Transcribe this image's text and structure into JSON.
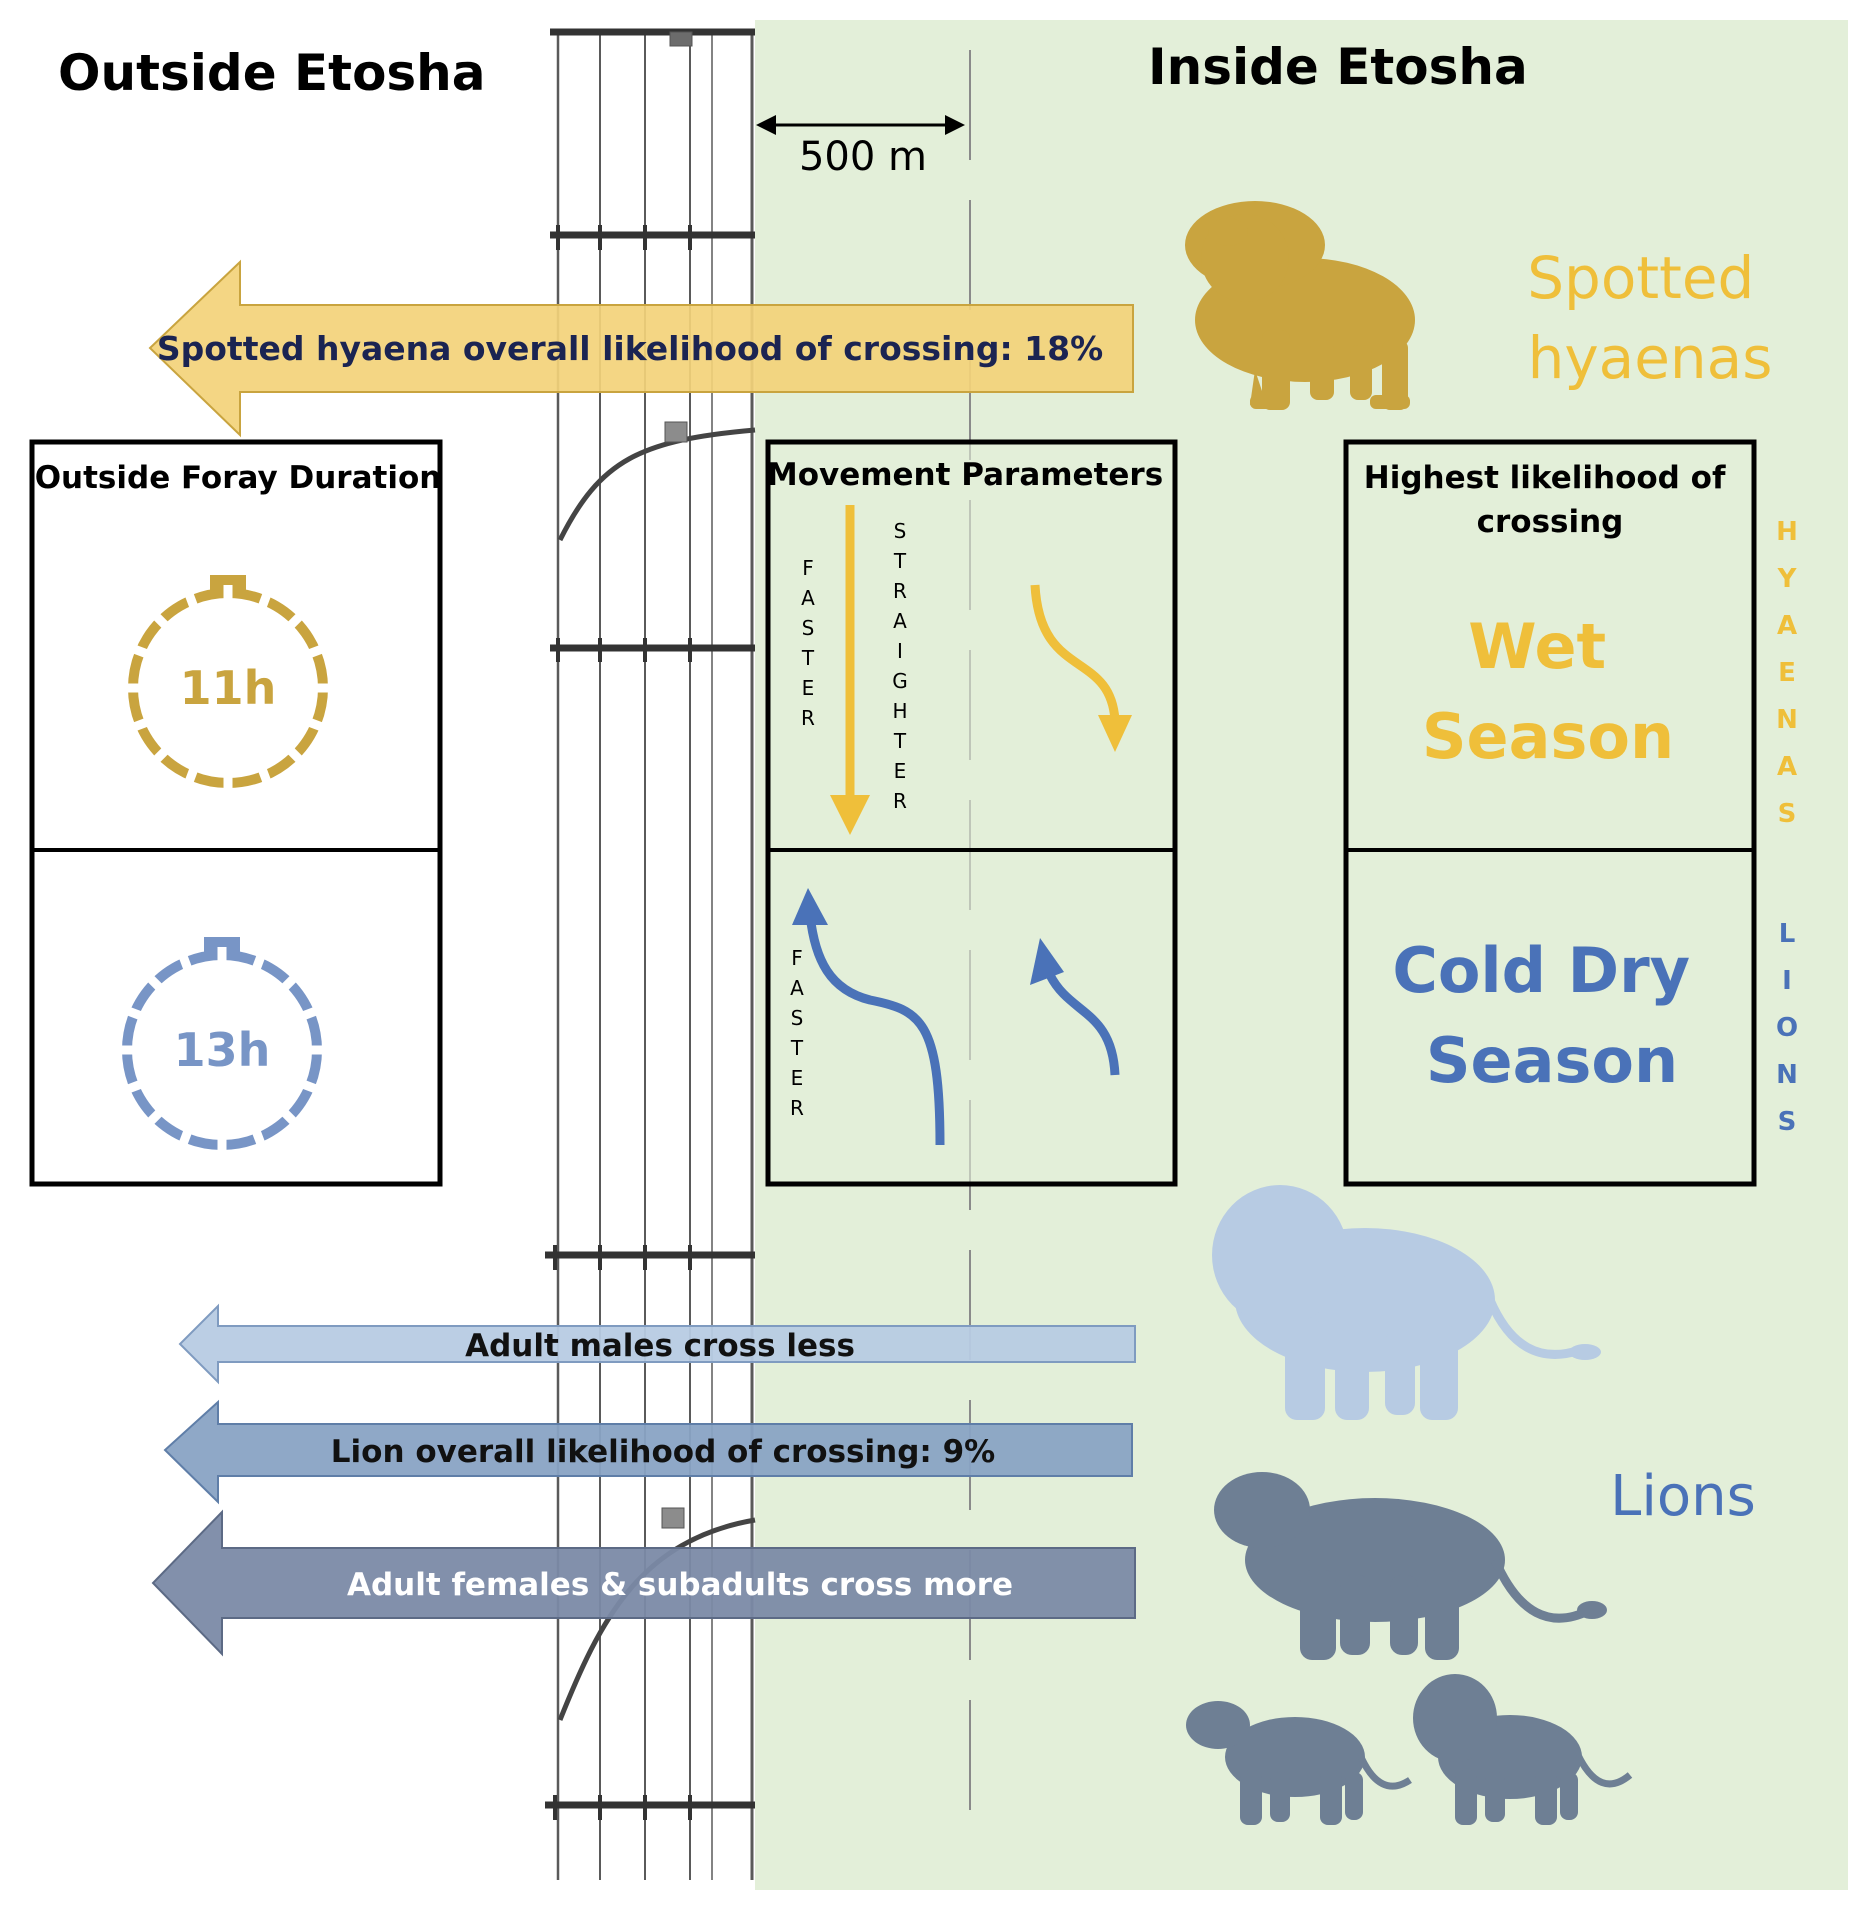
{
  "headings": {
    "outside": "Outside Etosha",
    "inside": "Inside Etosha"
  },
  "scale_bar": "500 m",
  "species": {
    "hyaena": "Spotted hyaenas",
    "hyaena_line1": "Spotted",
    "hyaena_line2": "hyaenas",
    "lion": "Lions"
  },
  "arrows": {
    "hyaena_crossing": "Spotted hyaena overall likelihood of crossing: 18%",
    "males": "Adult males cross less",
    "lion_crossing": "Lion overall likelihood of crossing: 9%",
    "females": "Adult females & subadults cross more"
  },
  "foray": {
    "title": "Outside Foray Duration",
    "hyaena_value": "11h",
    "lion_value": "13h"
  },
  "movement": {
    "title": "Movement Parameters",
    "faster": "FASTER",
    "straighter": "STRAIGHTER",
    "lion_faster": "FASTER"
  },
  "likelihood": {
    "title_line1": "Highest likelihood of",
    "title_line2": "crossing",
    "hyaena_line1": "Wet",
    "hyaena_line2": "Season",
    "lion_line1": "Cold Dry",
    "lion_line2": "Season"
  },
  "side_labels": {
    "hyaenas": "HYAENAS",
    "lions": "LIONS"
  },
  "colors": {
    "hyaena": "#efbf3a",
    "hyaena_dark": "#c9a43f",
    "lion": "#4a72b8",
    "lion_light": "#b7cbe3",
    "lion_dark": "#6e7f94",
    "inside_bg": "#e3efd9",
    "navy": "#1b2452"
  }
}
